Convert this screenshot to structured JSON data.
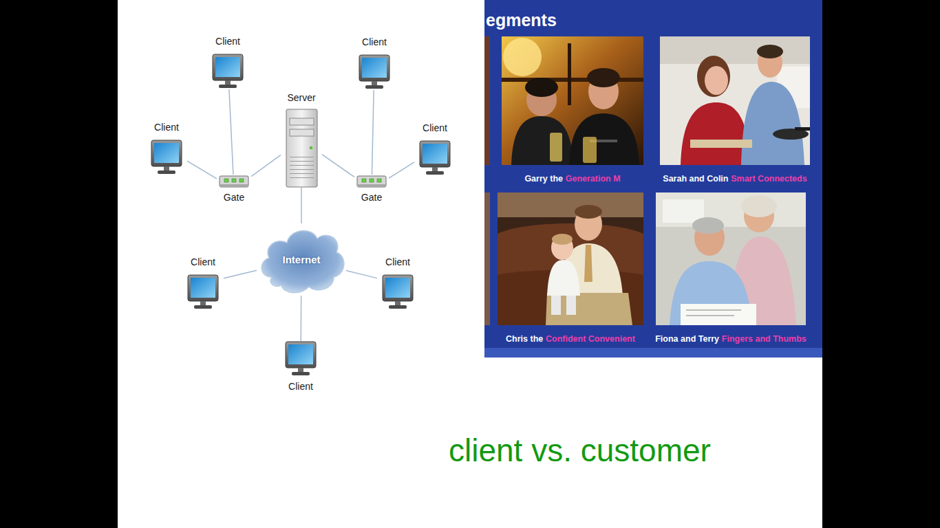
{
  "diagram": {
    "caption": "client vs. customer",
    "nodes": [
      {
        "text": [
          "Client"
        ]
      },
      {
        "text": [
          "Client"
        ]
      },
      {
        "text": [
          "Server"
        ]
      },
      {
        "text": [
          "Client"
        ]
      },
      {
        "text": [
          "Client"
        ]
      },
      {
        "text": [
          "Gate"
        ]
      },
      {
        "text": [
          "Gate"
        ]
      },
      {
        "text": [
          "Internet"
        ]
      },
      {
        "text": [
          "Client"
        ]
      },
      {
        "text": [
          "Client"
        ]
      },
      {
        "text": [
          "Client"
        ]
      },
      {
        "text": [
          "egments"
        ]
      },
      {
        "text": [
          "Garry the",
          "Generation M"
        ],
        "in": 11
      },
      {
        "text": [
          "Sarah and Colin",
          "Smart Connecteds"
        ],
        "in": 11
      },
      {
        "text": [
          "Chris the",
          "Confident Convenient"
        ],
        "in": 11
      },
      {
        "text": [
          "Fiona and Terry",
          "Fingers and Thumbs"
        ],
        "in": 11
      }
    ],
    "edges": [
      {
        "from": 0,
        "to": 5,
        "arrow": "none"
      },
      {
        "from": 3,
        "to": 5,
        "arrow": "none"
      },
      {
        "from": 5,
        "to": 2,
        "arrow": "none"
      },
      {
        "from": 2,
        "to": 6,
        "arrow": "none"
      },
      {
        "from": 6,
        "to": 1,
        "arrow": "none"
      },
      {
        "from": 6,
        "to": 4,
        "arrow": "none"
      },
      {
        "from": 2,
        "to": 7,
        "arrow": "none"
      },
      {
        "from": 7,
        "to": 8,
        "arrow": "none"
      },
      {
        "from": 7,
        "to": 9,
        "arrow": "none"
      },
      {
        "from": 7,
        "to": 10,
        "arrow": "none"
      }
    ]
  }
}
